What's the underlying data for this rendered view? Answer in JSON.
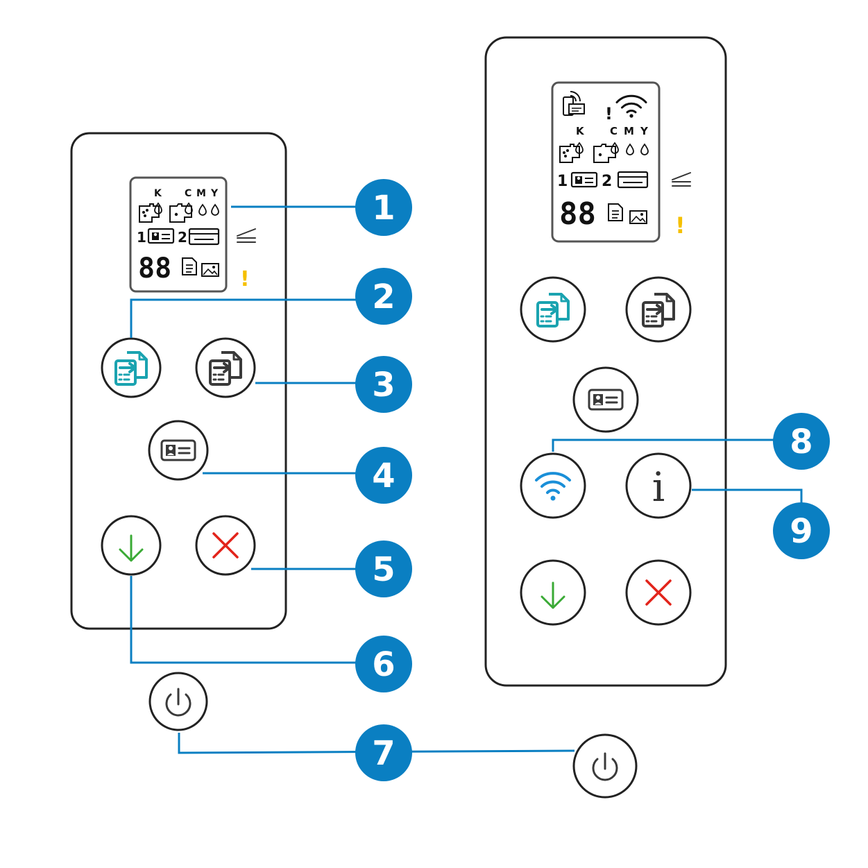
{
  "colors": {
    "callout": "#0a7fc2",
    "panel_stroke": "#222222",
    "teal": "#1aa3b0",
    "dark_icon": "#3a3a3a",
    "green": "#3aaa35",
    "red": "#e2231a",
    "wifi_blue": "#1a8fd8",
    "warning": "#f5c000"
  },
  "lcd": {
    "ink_labels": {
      "k": "K",
      "c": "C",
      "m": "M",
      "y": "Y"
    },
    "copies_digits": "88",
    "tray_one": "1",
    "tray_two": "2",
    "warning_mark": "!"
  },
  "buttons": {
    "color_copy": "color-copy-icon",
    "mono_copy": "mono-copy-icon",
    "id_copy": "id-card-icon",
    "resume": "resume-arrow-icon",
    "cancel": "cancel-x-icon",
    "power": "power-icon",
    "wireless": "wifi-icon",
    "information": "info-icon",
    "information_glyph": "i"
  },
  "callouts": [
    "1",
    "2",
    "3",
    "4",
    "5",
    "6",
    "7",
    "8",
    "9"
  ]
}
